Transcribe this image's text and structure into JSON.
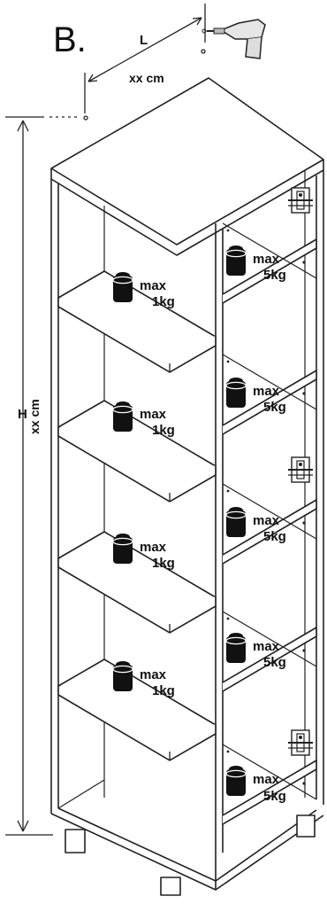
{
  "step_label": "B.",
  "depth": {
    "letter": "L",
    "value": "xx cm"
  },
  "height": {
    "letter": "H",
    "value": "xx cm"
  },
  "left_shelves": [
    {
      "line1": "max",
      "line2": "1kg"
    },
    {
      "line1": "max",
      "line2": "1kg"
    },
    {
      "line1": "max",
      "line2": "1kg"
    },
    {
      "line1": "max",
      "line2": "1kg"
    }
  ],
  "right_shelves": [
    {
      "line1": "max",
      "line2": "5kg"
    },
    {
      "line1": "max",
      "line2": "5kg"
    },
    {
      "line1": "max",
      "line2": "5kg"
    },
    {
      "line1": "max",
      "line2": "5kg"
    },
    {
      "line1": "max",
      "line2": "5kg"
    }
  ],
  "icons": [
    "drill-icon",
    "weight-icon",
    "wall-bracket-icon"
  ]
}
